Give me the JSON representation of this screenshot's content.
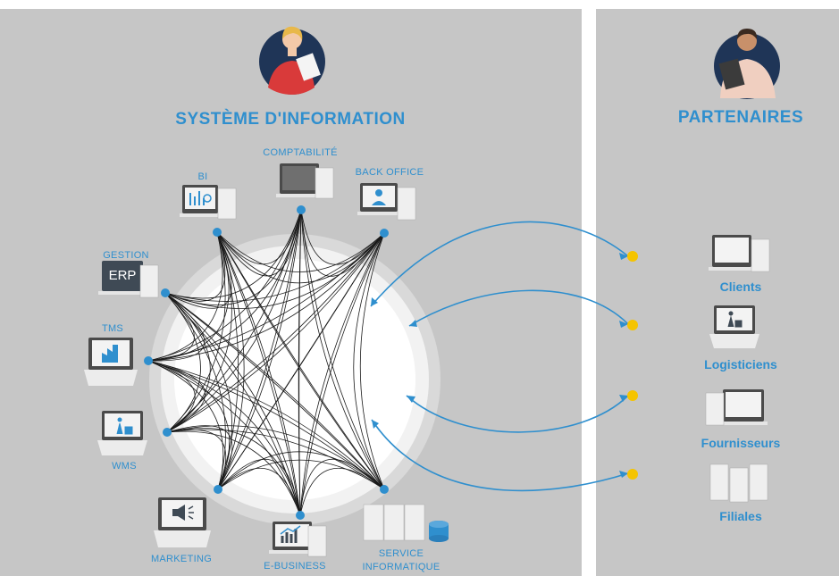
{
  "sections": {
    "left_title": "SYSTÈME D'INFORMATION",
    "right_title": "PARTENAIRES"
  },
  "systems": {
    "comptabilite": "COMPTABILITÉ",
    "bi": "BI",
    "back_office": "BACK OFFICE",
    "gestion": "GESTION",
    "erp": "ERP",
    "tms": "TMS",
    "wms": "WMS",
    "marketing": "MARKETING",
    "e_business": "E-BUSINESS",
    "service_line1": "SERVICE",
    "service_line2": "INFORMATIQUE"
  },
  "partners": {
    "clients": "Clients",
    "logisticiens": "Logisticiens",
    "fournisseurs": "Fournisseurs",
    "filiales": "Filiales"
  },
  "colors": {
    "accent": "#2f8fce",
    "node": "#2f8fce",
    "partner_dot": "#f5c400",
    "panel": "#c6c6c6",
    "avatar_bg": "#1f3557"
  }
}
